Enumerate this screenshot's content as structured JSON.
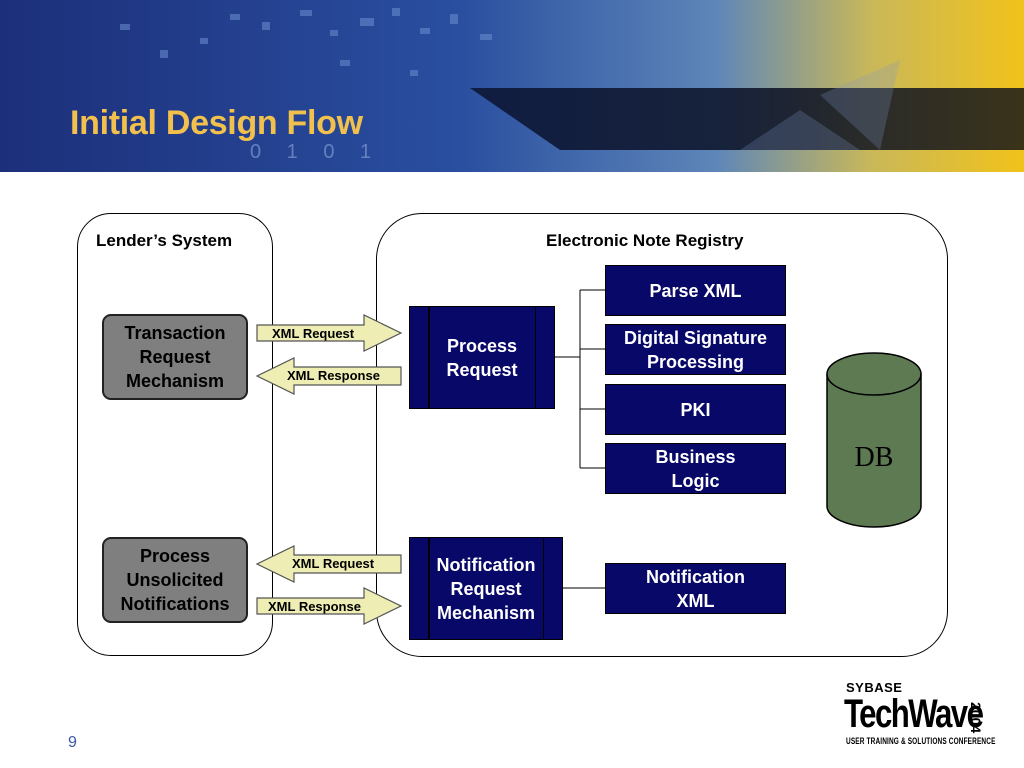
{
  "slide": {
    "title": "Initial Design Flow",
    "page_number": "9"
  },
  "banner": {
    "decor_digits": "0 1 0 1"
  },
  "lender": {
    "label": "Lender’s System",
    "transaction_box": "Transaction Request Mechanism",
    "unsolicited_box": "Process Unsolicited Notifications"
  },
  "registry": {
    "label": "Electronic Note Registry",
    "process_request": "Process Request",
    "parse_xml": "Parse XML",
    "digital_signature": "Digital Signature Processing",
    "pki": "PKI",
    "business_logic": "Business Logic",
    "notification_request": "Notification Request Mechanism",
    "notification_xml": "Notification XML",
    "db": "DB"
  },
  "arrows": {
    "top_request": "XML Request",
    "top_response": "XML Response",
    "bottom_request": "XML Request",
    "bottom_response": "XML Response"
  },
  "logo": {
    "brand": "SYBASE",
    "name": "TechWave",
    "year": "2004",
    "tagline": "USER TRAINING & SOLUTIONS CONFERENCE"
  },
  "colors": {
    "title": "#F2C04C",
    "navy_box": "#080868",
    "gray_box": "#7F7F7F",
    "arrow_fill": "#EDEDB4",
    "db_fill": "#5E7A52"
  }
}
